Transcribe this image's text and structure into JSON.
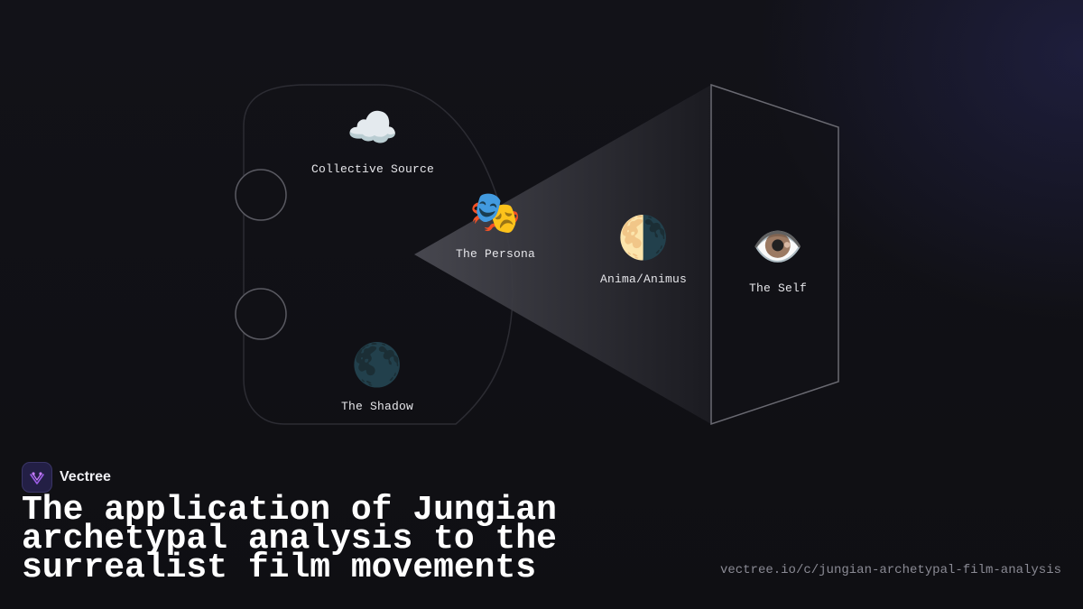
{
  "diagram": {
    "nodes": [
      {
        "id": "collective",
        "icon": "cloud-icon",
        "emoji": "☁️",
        "label": "Collective Source"
      },
      {
        "id": "persona",
        "icon": "theater-masks-icon",
        "emoji": "🎭",
        "label": "The Persona"
      },
      {
        "id": "anima",
        "icon": "half-moon-icon",
        "emoji": "🌗",
        "label": "Anima/Animus"
      },
      {
        "id": "self",
        "icon": "eye-icon",
        "emoji": "👁️",
        "label": "The Self"
      },
      {
        "id": "shadow",
        "icon": "new-moon-icon",
        "emoji": "🌑",
        "label": "The Shadow"
      }
    ]
  },
  "brand": {
    "name": "Vectree",
    "logo_icon": "vectree-logo-icon",
    "accent": "#9b5de5"
  },
  "title": "The application of Jungian archetypal analysis to the surrealist film movements",
  "url": "vectree.io/c/jungian-archetypal-film-analysis"
}
